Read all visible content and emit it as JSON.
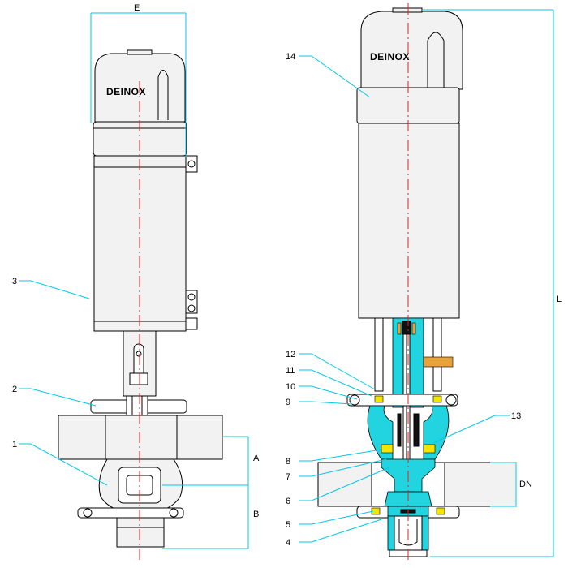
{
  "brand_left": "DEINOX",
  "brand_right": "DEINOX",
  "dimensions": {
    "E": "E",
    "A": "A",
    "B": "B",
    "L": "L",
    "DN": "DN"
  },
  "left_callouts": {
    "c1": "1",
    "c2": "2",
    "c3": "3"
  },
  "right_callouts": {
    "c4": "4",
    "c5": "5",
    "c6": "6",
    "c7": "7",
    "c8": "8",
    "c9": "9",
    "c10": "10",
    "c11": "11",
    "c12": "12",
    "c13": "13",
    "c14": "14"
  },
  "colors": {
    "leader": "#00c8e6",
    "centerline": "#e02020",
    "section": "#22d4e0",
    "seal": "#f2e600",
    "bearing": "#e8a23a"
  }
}
